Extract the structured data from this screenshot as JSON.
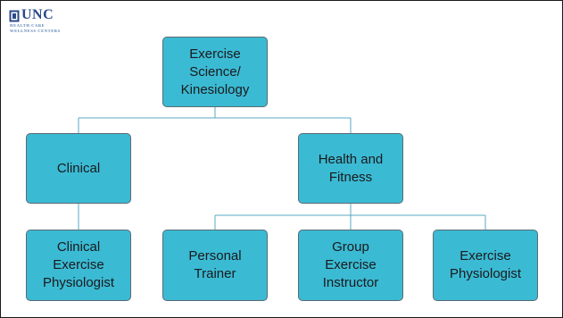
{
  "logo": {
    "wordmark": "UNC",
    "line1": "HEALTH CARE",
    "line2": "WELLNESS CENTERS",
    "mark_icon": "unc-seal-icon"
  },
  "colors": {
    "node_fill": "#3bbad4",
    "node_border": "#5a6b73",
    "connector": "#5aa9c0",
    "logo": "#2b4a8a"
  },
  "nodes": {
    "root": "Exercise\nScience/\nKinesiology",
    "clinical": "Clinical",
    "health": "Health and\nFitness",
    "clinical_exercise_physiologist": "Clinical\nExercise\nPhysiologist",
    "personal_trainer": "Personal\nTrainer",
    "group_exercise_instructor": "Group\nExercise\nInstructor",
    "exercise_physiologist": "Exercise\nPhysiologist"
  }
}
